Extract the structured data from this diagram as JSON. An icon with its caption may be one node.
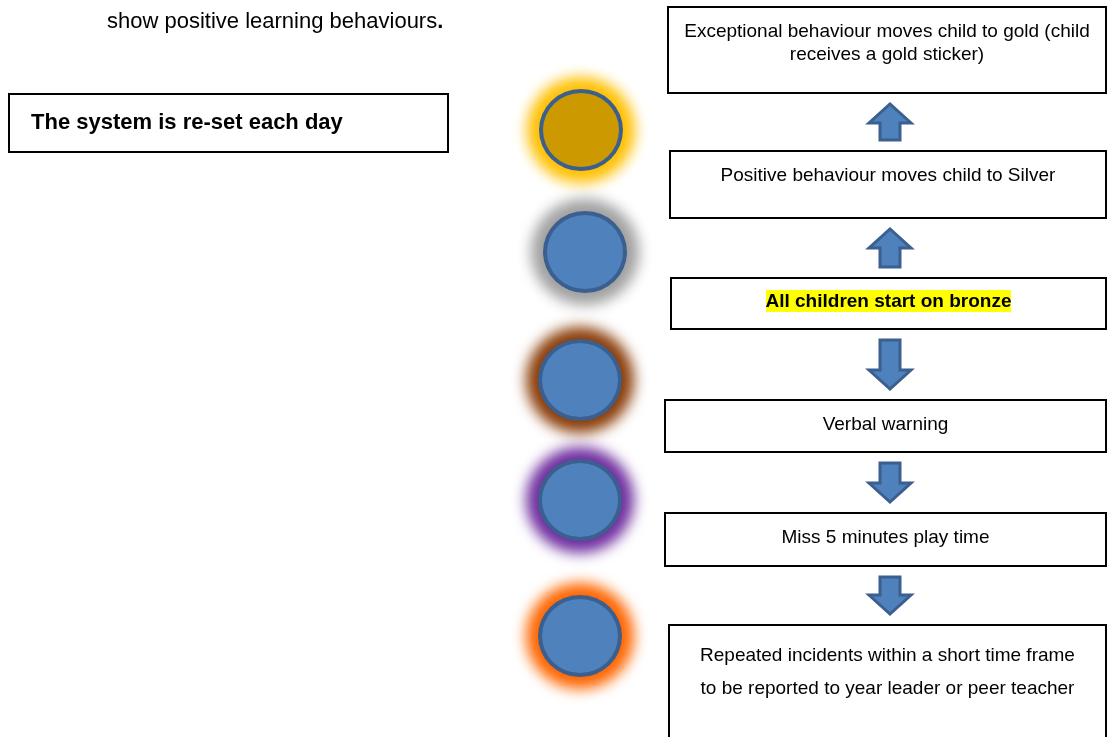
{
  "diagram": {
    "nodes": [
      {
        "text": [
          "The system is re-set each day"
        ]
      },
      {
        "text": [
          "Exceptional behaviour moves child to gold (child receives a gold sticker)"
        ]
      },
      {
        "text": [
          "Positive behaviour moves child to Silver"
        ]
      },
      {
        "text": [
          "All children start on bronze"
        ]
      },
      {
        "text": [
          "Verbal warning"
        ]
      },
      {
        "text": [
          "Miss 5 minutes play time"
        ]
      },
      {
        "text": [
          "Repeated incidents within a short time frame to be reported to year leader or peer teacher"
        ]
      },
      {
        "text": [],
        "shape": "circle"
      },
      {
        "text": [],
        "shape": "circle"
      },
      {
        "text": [],
        "shape": "circle"
      },
      {
        "text": [],
        "shape": "circle"
      },
      {
        "text": [],
        "shape": "circle"
      }
    ],
    "edges": [
      {
        "from": 2,
        "to": 1,
        "arrow": "to"
      },
      {
        "from": 3,
        "to": 2,
        "arrow": "to"
      },
      {
        "from": 3,
        "to": 4,
        "arrow": "to"
      },
      {
        "from": 4,
        "to": 5,
        "arrow": "to"
      },
      {
        "from": 5,
        "to": 6,
        "arrow": "to"
      }
    ],
    "labels": [
      "show positive learning behaviours**.**"
    ]
  }
}
